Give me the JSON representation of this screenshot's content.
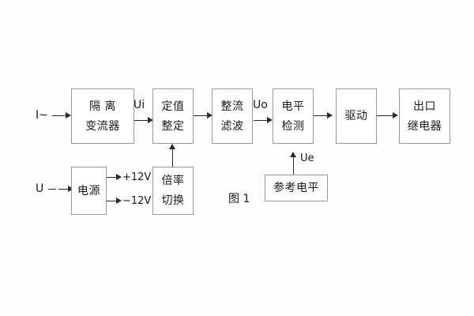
{
  "figure": {
    "caption": "图 1",
    "blocks": [
      {
        "id": "isolation-ct",
        "lines": [
          "隔 离",
          "变流器"
        ]
      },
      {
        "id": "setting",
        "lines": [
          "定值",
          "整定"
        ]
      },
      {
        "id": "rectify-filter",
        "lines": [
          "整流",
          "滤波"
        ]
      },
      {
        "id": "level-detect",
        "lines": [
          "电平",
          "检测"
        ]
      },
      {
        "id": "drive",
        "lines": [
          "驱动"
        ]
      },
      {
        "id": "output-relay",
        "lines": [
          "出口",
          "继电器"
        ]
      },
      {
        "id": "power-supply",
        "lines": [
          "电源"
        ]
      },
      {
        "id": "multiplier-switch",
        "lines": [
          "倍率",
          "切换"
        ]
      },
      {
        "id": "reference-level",
        "lines": [
          "参考电平"
        ]
      }
    ],
    "signals": {
      "current_input": "I~",
      "voltage_input": "U",
      "ui": "Ui",
      "uo": "Uo",
      "ue": "Ue",
      "rail_positive": "+12V",
      "rail_negative": "−12V"
    }
  },
  "colors": {
    "box_border": "#9a9a9a",
    "line": "#2b2b2b",
    "text": "#1a1a1a",
    "background": "#fdfdfd"
  }
}
